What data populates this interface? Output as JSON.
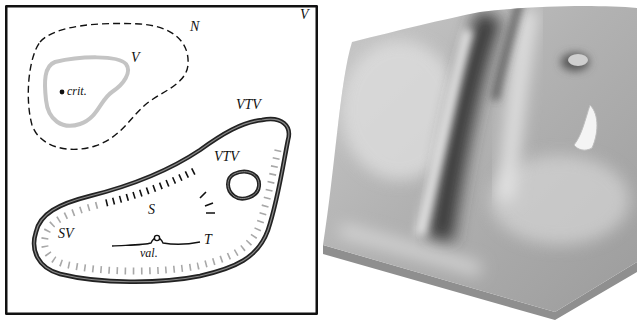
{
  "diagram": {
    "nodes": [
      {
        "text": [
          "V"
        ]
      },
      {
        "text": [
          "N"
        ],
        "in": 0
      },
      {
        "text": [
          "V",
          "crit."
        ],
        "in": 1
      },
      {
        "text": [
          "VTV",
          "SV",
          "S",
          "T",
          "val."
        ],
        "in": 0
      },
      {
        "text": [
          "VTV"
        ],
        "in": 3
      }
    ]
  }
}
